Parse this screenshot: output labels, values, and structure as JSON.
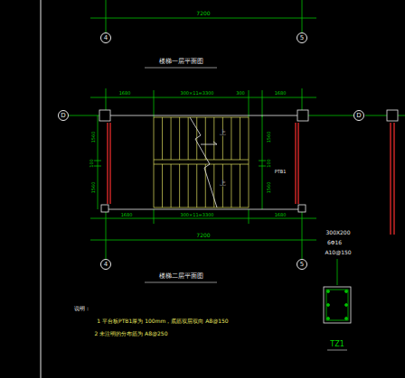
{
  "diagram": {
    "title": "楼梯二层平面图",
    "nodes": [
      {
        "text": [
          "4"
        ]
      },
      {
        "text": [
          "5"
        ]
      },
      {
        "text": [
          "D"
        ]
      },
      {
        "text": [
          "D"
        ]
      },
      {
        "text": [
          "4"
        ]
      },
      {
        "text": [
          "5"
        ]
      }
    ],
    "labels": [
      "7200",
      "楼梯一层平面图",
      "1680",
      "300×11=3300",
      "300",
      "1680",
      "1560",
      "100",
      "1560",
      "1560",
      "100",
      "1560",
      "上",
      "上",
      "PTB1",
      "1680",
      "300×11=3300",
      "1680",
      "7200",
      "说明：",
      "1 平台板PTB1厚为 100mm，底筋双层双向 A8@150",
      "2 未注明的分布筋为 A8@250",
      "300X200",
      "6Φ16",
      "A10@150",
      "TZ1"
    ]
  }
}
